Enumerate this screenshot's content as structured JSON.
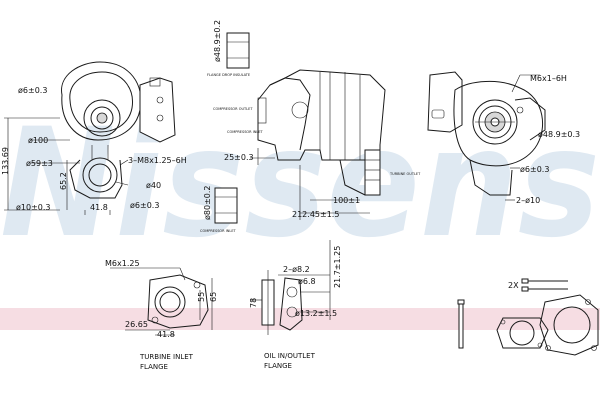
{
  "watermark": {
    "text": "Nissens",
    "color": "#dfe9f2"
  },
  "band": {
    "color": "#f6dde3"
  },
  "labels": {
    "d6_left": "ø6±0.3",
    "d100": "ø100",
    "d59": "ø59±3",
    "m8": "3–M8x1.25–6H",
    "d40": "ø40",
    "d10": "ø10±0.3",
    "v41_8": "41.8",
    "d6_lower": "ø6±0.3",
    "h133_69": "133.69",
    "h65_2": "65.2",
    "d48_9_top": "ø48.9±0.2",
    "d80": "ø80±0.2",
    "w25": "25±0.3",
    "w100": "100±1",
    "w212": "212.45±1.5",
    "m6_top": "M6x1–6H",
    "d48_9_right": "ø48.9±0.3",
    "d6_right": "ø6±0.3",
    "v2_10": "2–ø10",
    "m6_flange": "M6x1.25",
    "h55": "55",
    "h65": "65",
    "w26_65": "26.65",
    "w41_8_flange": "41.8",
    "oil_2_8_2": "2–ø8.2",
    "oil_6_8": "ø6.8",
    "oil_78": "78",
    "oil_13_2": "ø13.2±1.5",
    "oil_21_7": "21.7±1.25",
    "x2": "2X",
    "tiny_top": "FLANGE DROP INSULATE",
    "tiny_mid1": "COMPRESSOR OUTLET",
    "tiny_mid2": "COMPRESSOR INLET",
    "tiny_mid3": "TURBINE OUTLET",
    "tiny_bottom": "COMPRESSOR INLET"
  },
  "captions": {
    "turbine_1": "TURBINE  INLET",
    "turbine_2": "FLANGE",
    "oil_1": "OIL  IN/OUTLET",
    "oil_2": "FLANGE"
  }
}
